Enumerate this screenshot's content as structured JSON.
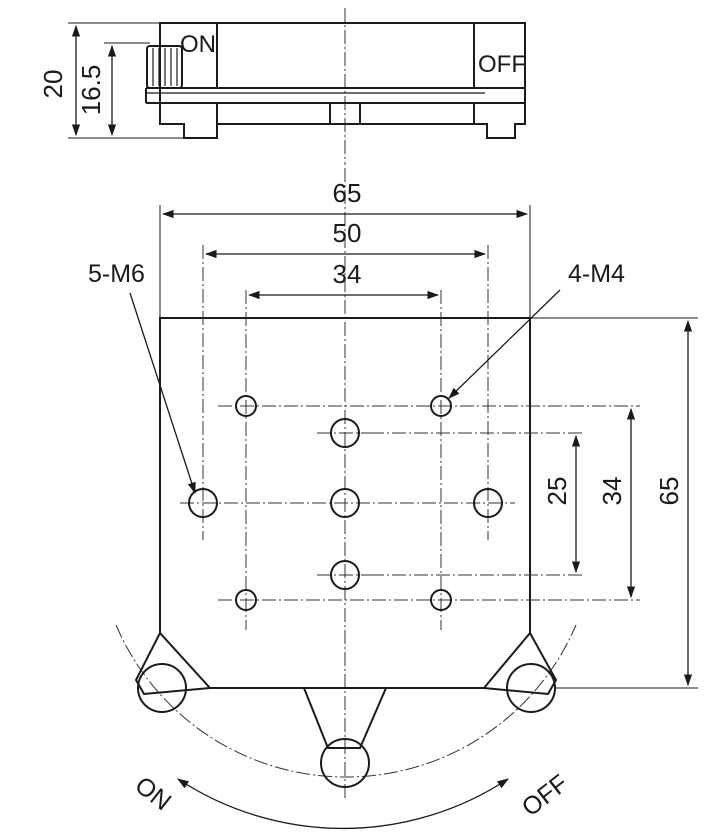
{
  "side_view": {
    "on_label": "ON",
    "off_label": "OFF",
    "dim_total_height": "20",
    "dim_inner_height": "16.5"
  },
  "top_view": {
    "dim_width_outer": "65",
    "dim_width_mid": "50",
    "dim_width_inner": "34",
    "dim_height_25": "25",
    "dim_height_34": "34",
    "dim_height_65": "65",
    "callout_m6": "5-M6",
    "callout_m4": "4-M4"
  },
  "rotation": {
    "on_label": "ON",
    "off_label": "OFF"
  },
  "colors": {
    "ink": "#1a1a1a",
    "background": "#ffffff"
  }
}
